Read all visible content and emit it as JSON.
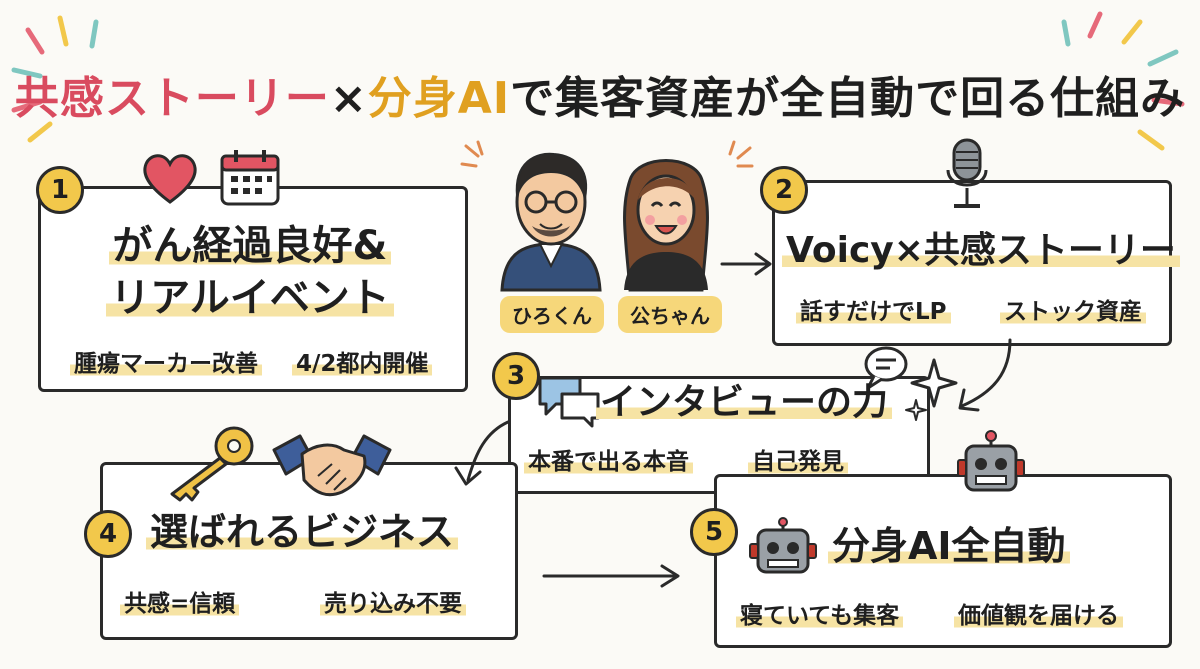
{
  "title": {
    "part1": "共感ストーリー",
    "sep": "×",
    "part2": "分身AI",
    "part3": "で集客資産が全自動で回る仕組み"
  },
  "steps": [
    {
      "number": "1",
      "headline_line1": "がん経過良好&",
      "headline_line2": "リアルイベント",
      "sub1": "腫瘍マーカー改善",
      "sub2": "4/2都内開催"
    },
    {
      "number": "2",
      "headline": "Voicy×共感ストーリー",
      "sub1": "話すだけでLP",
      "sub2": "ストック資産"
    },
    {
      "number": "3",
      "headline": "インタビューの力",
      "sub1": "本番で出る本音",
      "sub2": "自己発見"
    },
    {
      "number": "4",
      "headline": "選ばれるビジネス",
      "sub1": "共感=信頼",
      "sub2": "売り込み不要"
    },
    {
      "number": "5",
      "headline": "分身AI全自動",
      "sub1": "寝ていても集客",
      "sub2": "価値観を届ける"
    }
  ],
  "people": {
    "man": "ひろくん",
    "woman": "公ちゃん"
  },
  "colors": {
    "accent": "#d94b5f",
    "gold": "#e0a020",
    "highlight": "#f6e3a4",
    "badge": "#f2c84b"
  }
}
